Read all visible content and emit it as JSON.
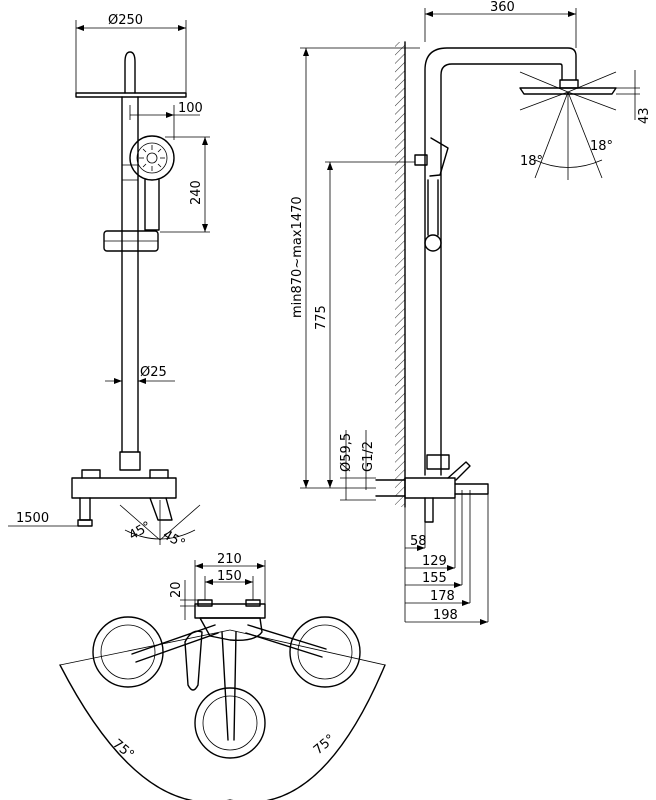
{
  "dimensions": {
    "head_diameter": "Ø250",
    "handshower_offset": "100",
    "handshower_height": "240",
    "pipe_diameter": "Ø25",
    "width_1500": "1500",
    "angle_45_left": "45°",
    "angle_45_right": "45°",
    "arm_length": "360",
    "head_height": "43",
    "angle_18_left": "18°",
    "angle_18_right": "18°",
    "total_height": "min870~max1470",
    "height_775": "775",
    "escutcheon_diameter": "Ø59,5",
    "thread": "G1/2",
    "d58": "58",
    "d129": "129",
    "d155": "155",
    "d178": "178",
    "d198": "198",
    "centers_210": "210",
    "centers_150": "150",
    "depth_20": "20",
    "swivel_left": "75°",
    "swivel_right": "75°"
  }
}
